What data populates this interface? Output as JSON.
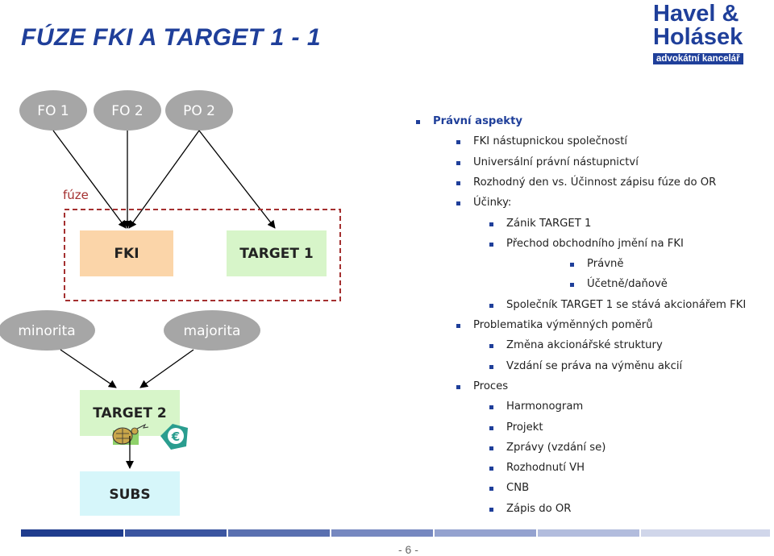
{
  "slide": {
    "title": "FÚZE FKI A TARGET 1 - 1",
    "page_number": "- 6 -"
  },
  "logo": {
    "line1": "Havel &",
    "line2": "Holásek",
    "line3": "advokátní kancelář"
  },
  "diagram": {
    "owners": [
      "FO 1",
      "FO 2",
      "PO 2"
    ],
    "fuze_label": "fúze",
    "fki": "FKI",
    "target1": "TARGET 1",
    "minorita": "minorita",
    "majorita": "majorita",
    "target2": "TARGET 2",
    "subs": "SUBS",
    "euro_icon": "€"
  },
  "bullets": [
    {
      "level": 0,
      "text": "Právní aspekty",
      "head": true
    },
    {
      "level": 1,
      "text": "FKI nástupnickou společností"
    },
    {
      "level": 1,
      "text": "Universální právní nástupnictví"
    },
    {
      "level": 1,
      "text": "Rozhodný den vs. Účinnost zápisu fúze do OR"
    },
    {
      "level": 1,
      "text": "Účinky:"
    },
    {
      "level": 2,
      "text": "Zánik TARGET 1"
    },
    {
      "level": 2,
      "text": "Přechod obchodního jmění na FKI"
    },
    {
      "level": 3,
      "text": "Právně"
    },
    {
      "level": 3,
      "text": "Účetně/daňově"
    },
    {
      "level": 2,
      "text": "Společník TARGET 1 se stává akcionářem FKI"
    },
    {
      "level": 1,
      "text": "Problematika výměnných poměrů"
    },
    {
      "level": 2,
      "text": "Změna akcionářské struktury"
    },
    {
      "level": 2,
      "text": "Vzdání se práva na výměnu akcií"
    },
    {
      "level": 1,
      "text": "Proces"
    },
    {
      "level": 2,
      "text": "Harmonogram"
    },
    {
      "level": 2,
      "text": "Projekt"
    },
    {
      "level": 2,
      "text": "Zprávy (vzdání se)"
    },
    {
      "level": 2,
      "text": "Rozhodnutí VH"
    },
    {
      "level": 2,
      "text": "CNB"
    },
    {
      "level": 2,
      "text": "Zápis do OR"
    }
  ],
  "colors": {
    "accent": "#1f3f9a",
    "ellipse": "#a6a6a6",
    "fki_box": "#fbd5a9",
    "target_box": "#d7f5c9",
    "subs_box": "#d6f6fa",
    "dashed": "#a43030",
    "fuze_text": "#a43030"
  }
}
